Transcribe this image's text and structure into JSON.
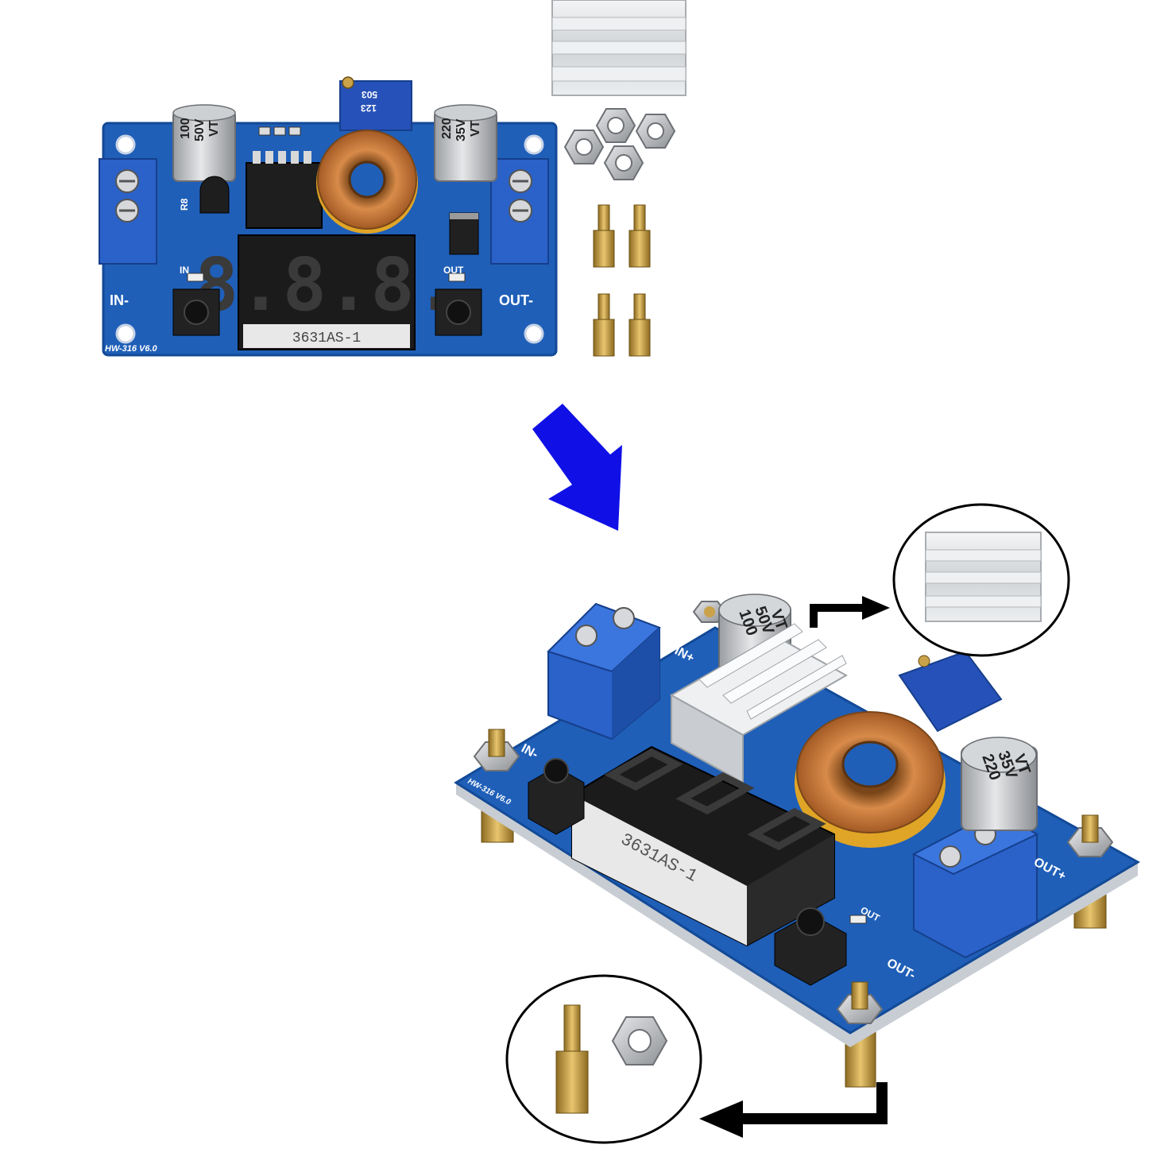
{
  "colors": {
    "pcb": "#1f5fb8",
    "pcb_dark": "#134a97",
    "terminal": "#2a62c9",
    "copper": "#c87a3c",
    "brass": "#c9a24a",
    "aluminum": "#d9dcdf",
    "arrow_blue": "#1010e6",
    "display": "#1b1b1b",
    "segment": "#3a3a3a"
  },
  "icons": {
    "top_board": "buck-converter-board-icon",
    "heatsink": "heatsink-icon",
    "nut": "hex-nut-icon",
    "standoff": "brass-standoff-icon",
    "main_arrow": "arrow-down-right-icon",
    "callout_arrow": "callout-arrow-icon"
  },
  "top_board": {
    "label_in": "IN-",
    "label_out": "OUT-",
    "label_in_small": "IN",
    "label_out_small": "OUT",
    "model": "HW-316 V6.0",
    "display_part": "3631AS-1",
    "digits": "8.8.8.",
    "cap1_line1": "100",
    "cap1_line2": "50V",
    "cap1_line3": "VT",
    "cap2_line1": "220",
    "cap2_line2": "35V",
    "cap2_line3": "VT",
    "pot_code": "503",
    "pot_code2": "123",
    "r_label": "R8"
  },
  "bottom_board": {
    "label_in_minus": "IN-",
    "label_in_plus": "IN+",
    "label_out_minus": "OUT-",
    "label_out_plus": "OUT+",
    "label_out_small": "OUT",
    "display_part": "3631AS-1",
    "model": "HW-316 V6.0",
    "cap1_line1": "100",
    "cap1_line2": "50V",
    "cap1_line3": "VT",
    "cap2_line1": "220",
    "cap2_line2": "35V",
    "cap2_line3": "VT"
  },
  "parts": {
    "nut_count": 4,
    "standoff_count": 4
  }
}
